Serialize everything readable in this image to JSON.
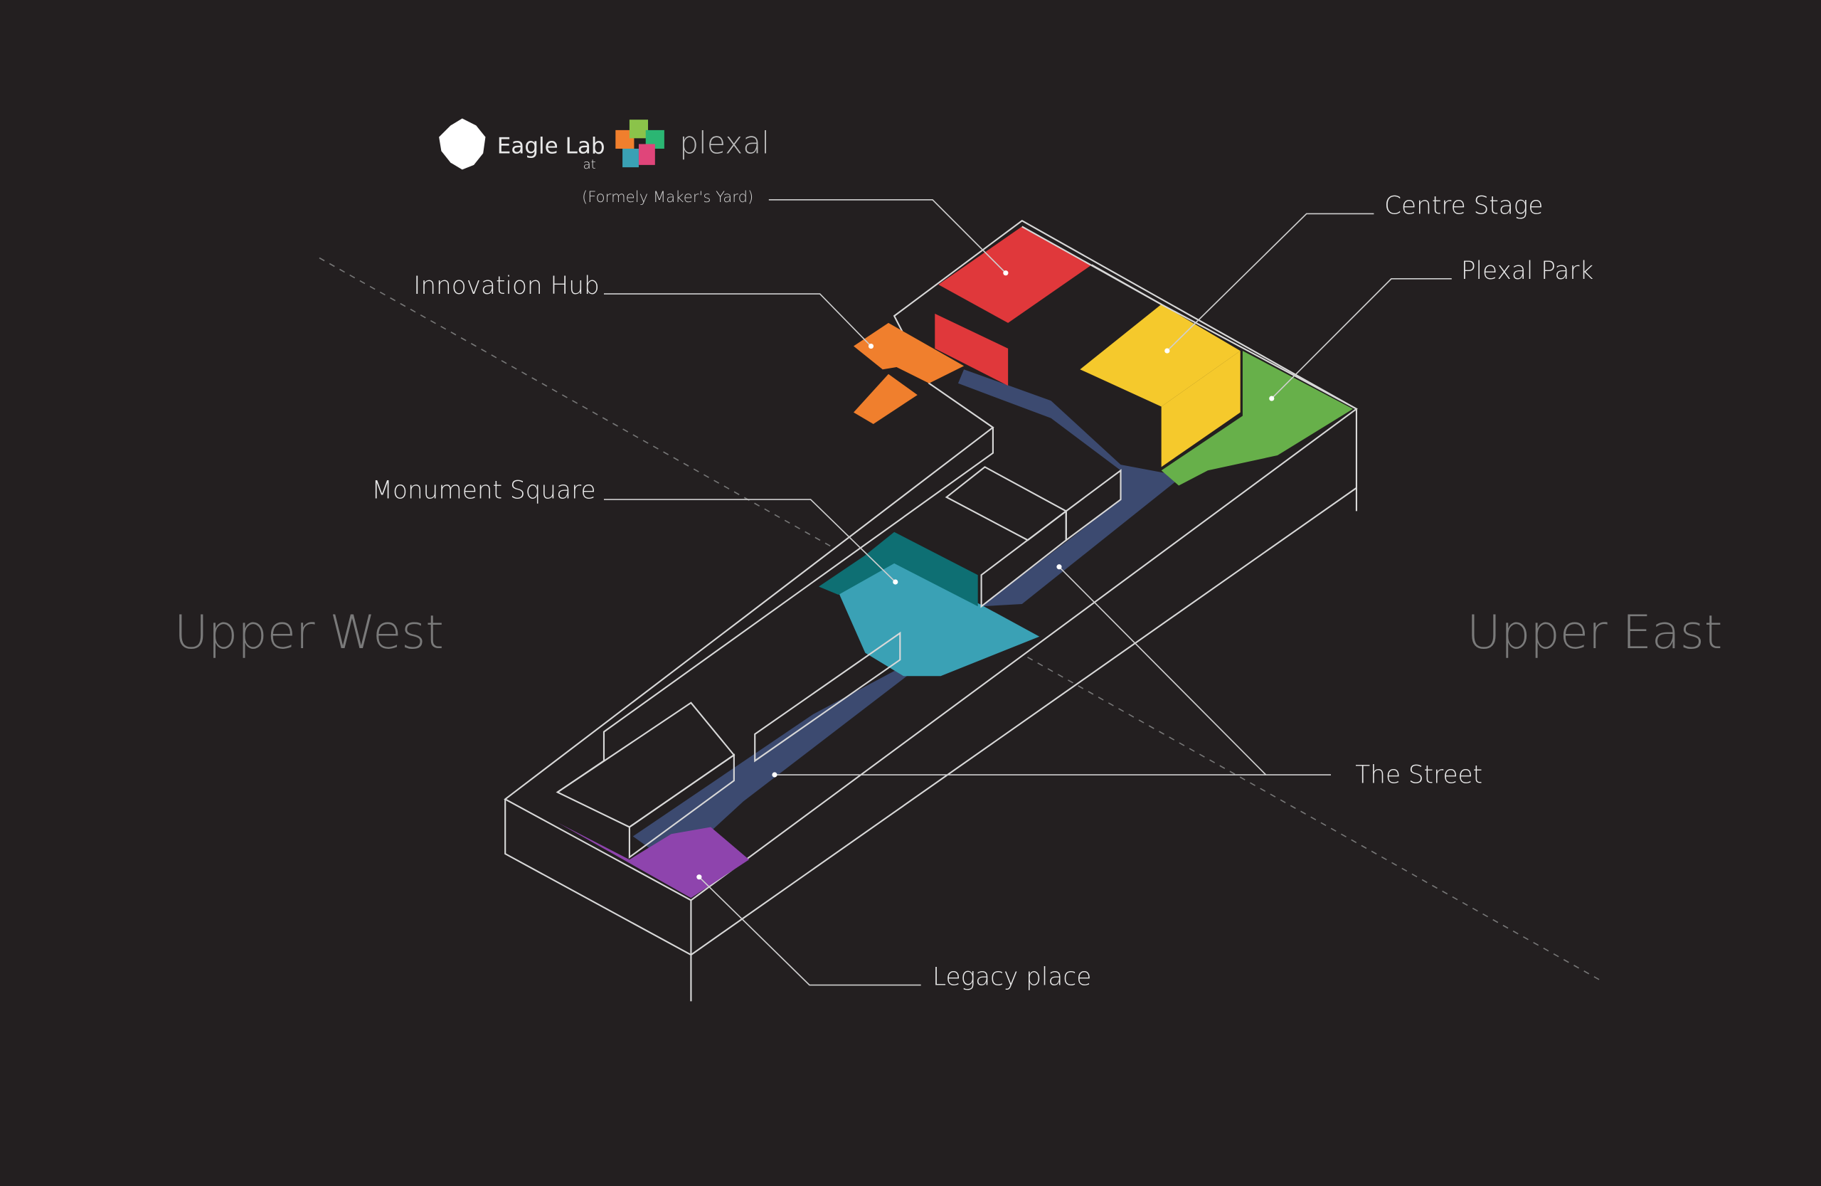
{
  "logo": {
    "eagle_lab": "Eagle Lab",
    "at": "at",
    "plexal": "plexal",
    "subtitle": "(Formely Maker's Yard)"
  },
  "labels": {
    "innovation_hub": "Innovation Hub",
    "centre_stage": "Centre Stage",
    "plexal_park": "Plexal Park",
    "monument_square": "Monument Square",
    "the_street": "The Street",
    "legacy_place": "Legacy place"
  },
  "zones": {
    "west": "Upper West",
    "east": "Upper East"
  },
  "colors": {
    "background": "#231f20",
    "makers_yard": "#e0383b",
    "innovation_hub": "#f07f2d",
    "centre_stage": "#f5c92c",
    "plexal_park": "#67b04a",
    "monument_square": "#3aa1b5",
    "the_street": "#3c4a70",
    "legacy_place": "#8e44ad"
  }
}
